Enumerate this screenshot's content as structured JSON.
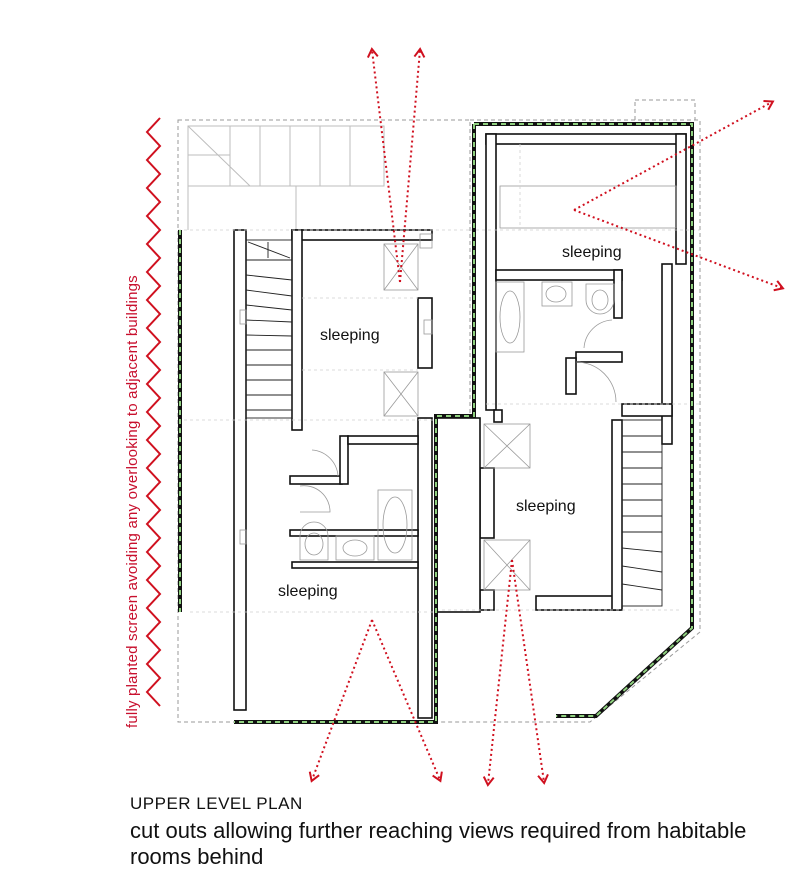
{
  "plan": {
    "side_label": "fully planted screen  avoiding any overlooking to adjacent buildings",
    "rooms": [
      {
        "label": "sleeping"
      },
      {
        "label": "sleeping"
      },
      {
        "label": "sleeping"
      },
      {
        "label": "sleeping"
      }
    ]
  },
  "caption": {
    "title": "UPPER LEVEL PLAN",
    "body": "cut outs allowing further reaching views required from habitable rooms behind"
  },
  "colors": {
    "view_arrows": "#d0101f",
    "planted_screen": "#6abf5a",
    "walls": "#111111",
    "outline_dashed": "#9a9a9a"
  }
}
